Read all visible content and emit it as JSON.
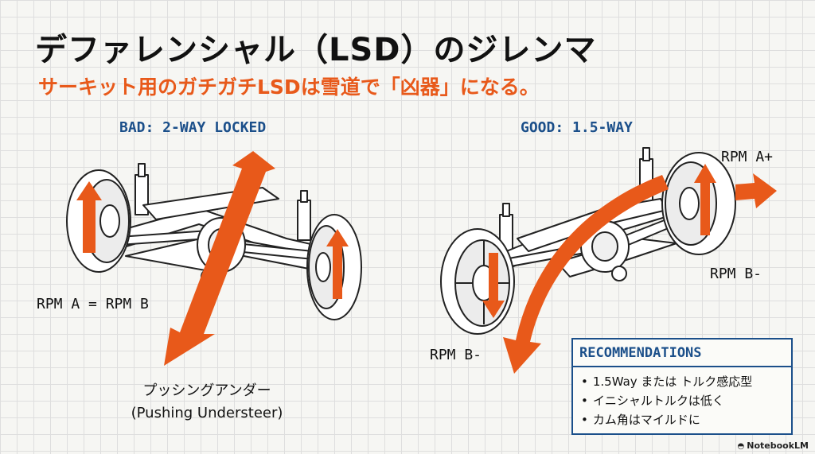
{
  "title": "デファレンシャル（LSD）のジレンマ",
  "subtitle": "サーキット用のガチガチLSDは雪道で「凶器」になる。",
  "left": {
    "heading": "BAD: 2-WAY LOCKED",
    "rpm_label": "RPM A = RPM B",
    "caption_jp": "プッシングアンダー",
    "caption_en": "(Pushing Understeer)"
  },
  "right": {
    "heading": "GOOD: 1.5-WAY",
    "rpm_a_plus": "RPM A+",
    "rpm_b_minus_right": "RPM B-",
    "rpm_b_minus_left": "RPM B-"
  },
  "recommendations": {
    "heading": "RECOMMENDATIONS",
    "items": [
      "1.5Way または トルク感応型",
      "イニシャルトルクは低く",
      "カム角はマイルドに"
    ]
  },
  "brand": "NotebookLM",
  "colors": {
    "accent_orange": "#e8591a",
    "heading_blue": "#1b4f8a",
    "text": "#111111"
  },
  "icons": [
    "notebooklm-logo-icon",
    "rotation-arrow-icon"
  ]
}
